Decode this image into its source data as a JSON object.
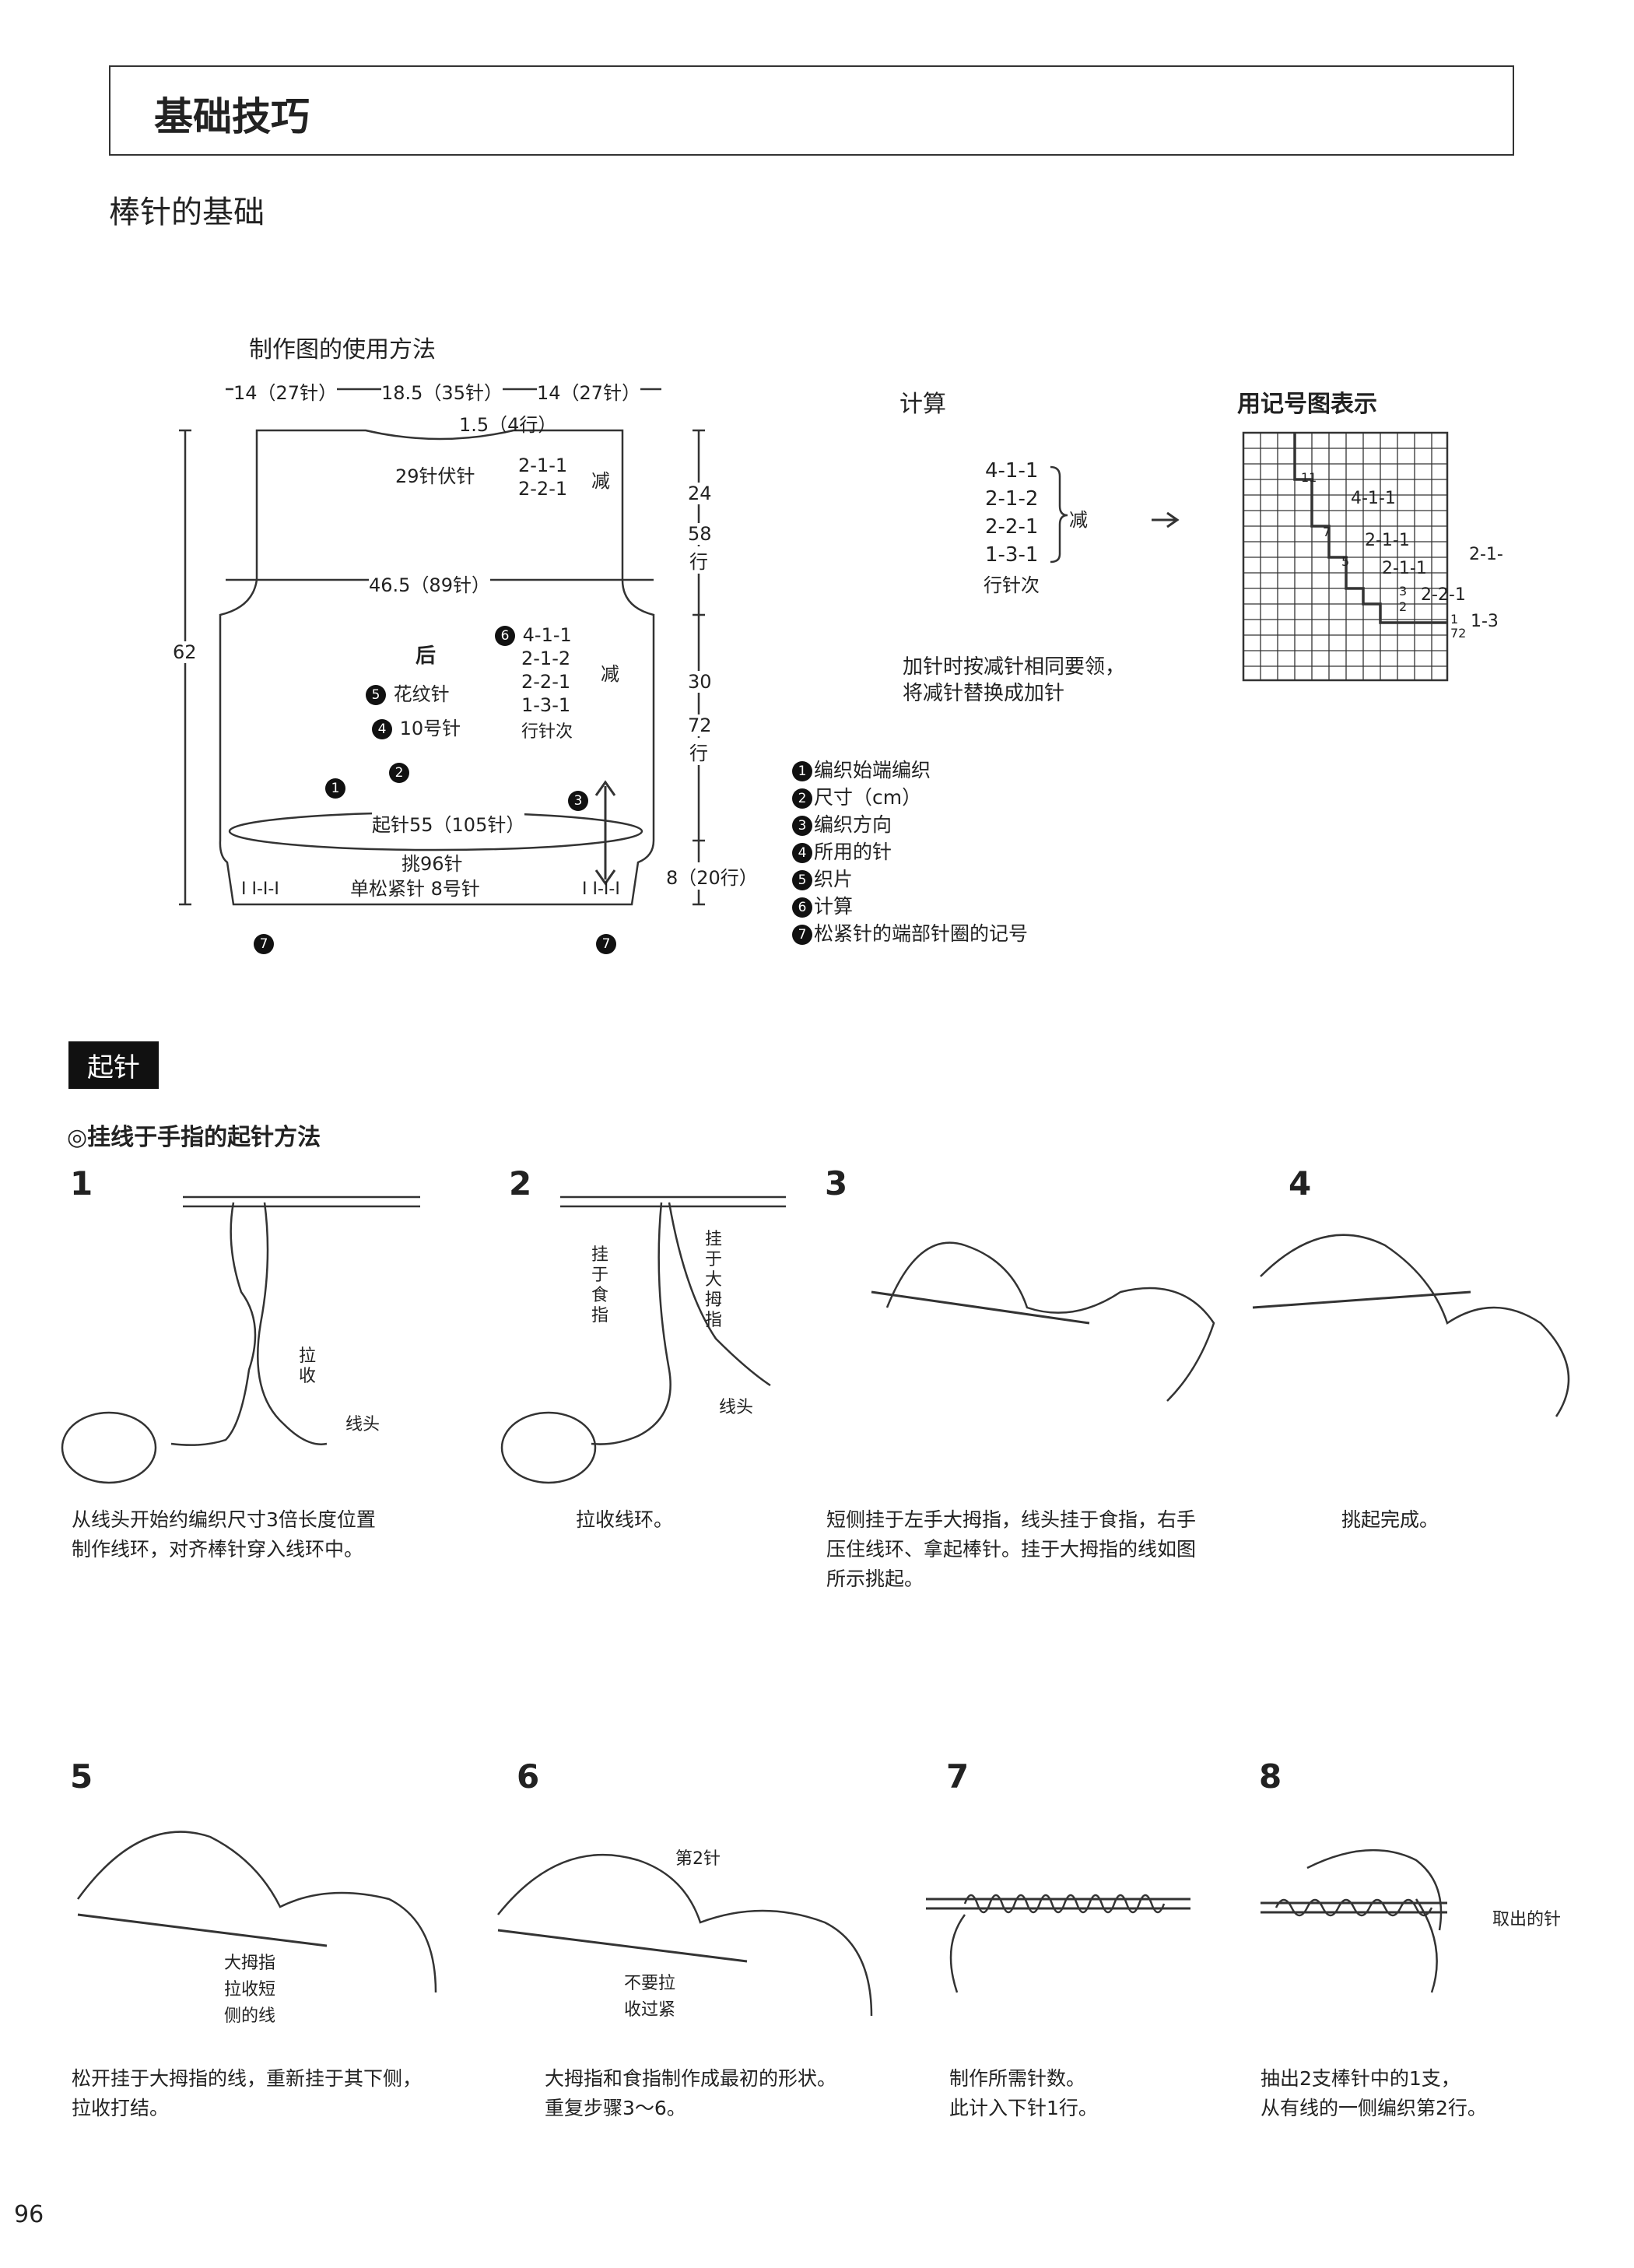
{
  "header": {
    "title": "基础技巧"
  },
  "subtitle": "棒针的基础",
  "diagram": {
    "title": "制作图的使用方法",
    "top_dims": [
      "14（27针）",
      "18.5（35针）",
      "14（27针）"
    ],
    "neck_rows": "1.5（4行）",
    "neck_bind": "29针伏针",
    "neck_dec": [
      "2-1-1",
      "2-2-1"
    ],
    "dec_label": "减",
    "right_top": [
      "24",
      "58",
      "行"
    ],
    "right_mid": [
      "30",
      "72",
      "行"
    ],
    "right_bottom": "8（20行）",
    "left_height": "62",
    "chest_width": "46.5（89针）",
    "piece_name": "后",
    "pattern": "花纹针",
    "needle": "10号针",
    "armhole_dec": [
      "4-1-1",
      "2-1-2",
      "2-2-1",
      "1-3-1"
    ],
    "rows_needles_times": "行针次",
    "cast_on": "起针55（105针）",
    "pick_up": "挑96针",
    "rib": "单松紧针  8号针",
    "rib_marks": "I I-I-I"
  },
  "calc": {
    "title": "计算",
    "values": [
      "4-1-1",
      "2-1-2",
      "2-2-1",
      "1-3-1"
    ],
    "dec_label": "减",
    "footer": "行针次",
    "arrow": "→",
    "note": [
      "加针时按减针相同要领，",
      "将减针替换成加针"
    ]
  },
  "symbol_chart": {
    "title": "用记号图表示",
    "labels": [
      "4-1-1",
      "2-1-1",
      "2-1-1",
      "2-2-1",
      "1-3",
      "2-1-"
    ],
    "row_numbers": [
      "11",
      "7",
      "5",
      "3",
      "2",
      "1",
      "72"
    ]
  },
  "legend": [
    {
      "num": "1",
      "text": "编织始端编织"
    },
    {
      "num": "2",
      "text": "尺寸（cm）"
    },
    {
      "num": "3",
      "text": "编织方向"
    },
    {
      "num": "4",
      "text": "所用的针"
    },
    {
      "num": "5",
      "text": "织片"
    },
    {
      "num": "6",
      "text": "计算"
    },
    {
      "num": "7",
      "text": "松紧针的端部针圈的记号"
    }
  ],
  "section": {
    "label": "起针",
    "method": "◎挂线于手指的起针方法"
  },
  "steps": [
    {
      "num": "1",
      "caption": [
        "从线头开始约编织尺寸3倍长度位置",
        "制作线环，对齐棒针穿入线环中。"
      ],
      "labels": [
        "拉收",
        "线头"
      ]
    },
    {
      "num": "2",
      "caption": [
        "拉收线环。"
      ],
      "labels": [
        "挂于食指",
        "挂于大拇指",
        "线头"
      ]
    },
    {
      "num": "3",
      "caption": [
        "短侧挂于左手大拇指，线头挂于食指，右手",
        "压住线环、拿起棒针。挂于大拇指的线如图",
        "所示挑起。"
      ],
      "labels": []
    },
    {
      "num": "4",
      "caption": [
        "挑起完成。"
      ],
      "labels": []
    },
    {
      "num": "5",
      "caption": [
        "松开挂于大拇指的线，重新挂于其下侧，",
        "拉收打结。"
      ],
      "labels": [
        "大拇指",
        "拉收短",
        "侧的线"
      ]
    },
    {
      "num": "6",
      "caption": [
        "大拇指和食指制作成最初的形状。",
        "重复步骤3～6。"
      ],
      "labels": [
        "第2针",
        "不要拉",
        "收过紧"
      ]
    },
    {
      "num": "7",
      "caption": [
        "制作所需针数。",
        "此计入下针1行。"
      ],
      "labels": []
    },
    {
      "num": "8",
      "caption": [
        "抽出2支棒针中的1支，",
        "从有线的一侧编织第2行。"
      ],
      "labels": [
        "取出的针"
      ]
    }
  ],
  "page_number": "96"
}
